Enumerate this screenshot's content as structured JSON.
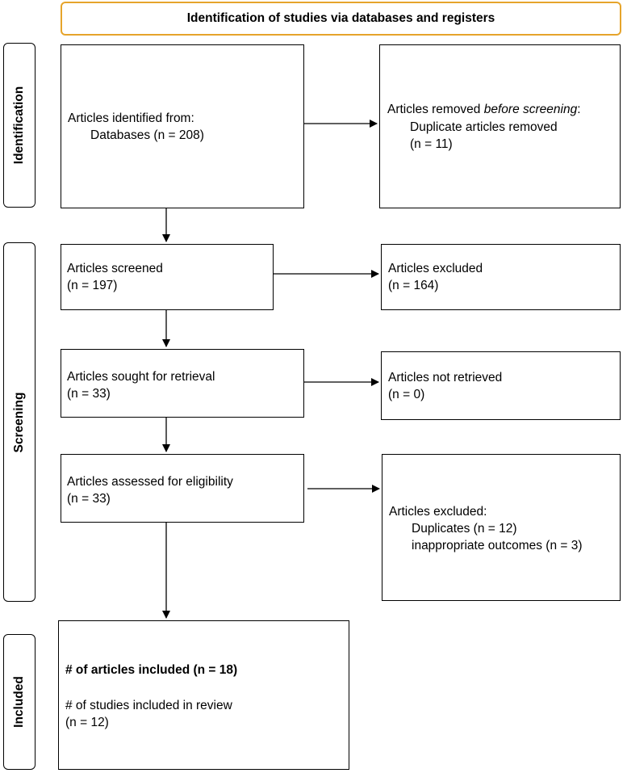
{
  "header": {
    "title": "Identification of studies via databases and registers"
  },
  "phases": {
    "identification": "Identification",
    "screening": "Screening",
    "included": "Included"
  },
  "boxes": {
    "identified": {
      "line1": "Articles identified from:",
      "line2": "Databases (n = 208)"
    },
    "removed": {
      "line1_prefix": "Articles removed ",
      "line1_italic": "before screening",
      "line1_suffix": ":",
      "line2": "Duplicate articles removed",
      "line3": "(n = 11)"
    },
    "screened": {
      "line1": "Articles screened",
      "line2": "(n = 197)"
    },
    "excluded_screen": {
      "line1": "Articles excluded",
      "line2": "(n = 164)"
    },
    "sought": {
      "line1": "Articles sought for retrieval",
      "line2": "(n = 33)"
    },
    "not_retrieved": {
      "line1": "Articles not retrieved",
      "line2": "(n = 0)"
    },
    "assessed": {
      "line1": "Articles assessed for eligibility",
      "line2": "(n = 33)"
    },
    "excluded_elig": {
      "line1": "Articles excluded:",
      "line2": "Duplicates (n = 12)",
      "line3": "inappropriate outcomes (n = 3)"
    },
    "included": {
      "line1": "# of articles included (n = 18)",
      "line2": "# of studies included in review",
      "line3": "(n = 12)"
    }
  }
}
